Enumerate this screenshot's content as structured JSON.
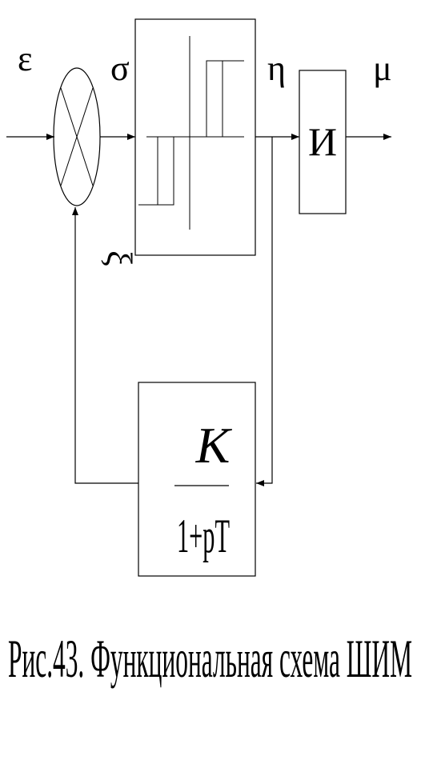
{
  "signals": {
    "input": "ε",
    "after_sum": "σ",
    "relay_out": "η",
    "output": "μ",
    "feedback": "ξ"
  },
  "blocks": {
    "integrator": "И",
    "feedback_numerator": "K",
    "feedback_denominator": "1+pT"
  },
  "caption": "Рис.43. Функциональная схема ШИМ"
}
